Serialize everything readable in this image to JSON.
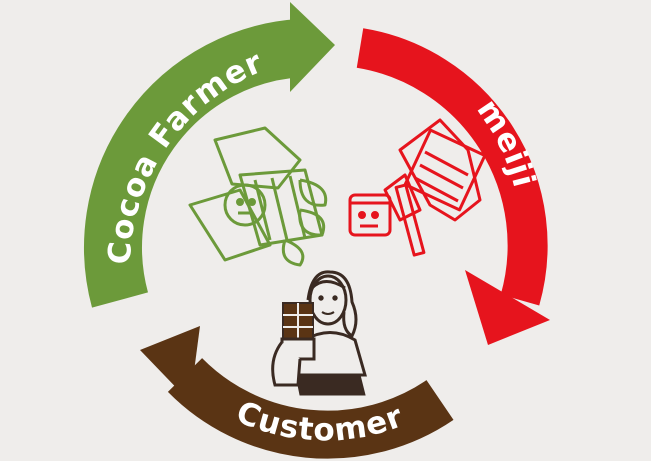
{
  "cycle": {
    "labels": {
      "farmers": "Cocoa Farmers",
      "company": "meiji",
      "customer": "Customer"
    },
    "colors": {
      "farmers": "#6c9a3a",
      "company": "#e6141d",
      "customer": "#5a3414",
      "background": "#efedeb",
      "figure_farmers": "#6c9a3a",
      "figure_company": "#e6141d",
      "figure_customer": "#3a2a22"
    },
    "icons": [
      "cocoa-farmer-icon",
      "meiji-worker-icon",
      "chocolate-customer-icon"
    ]
  }
}
